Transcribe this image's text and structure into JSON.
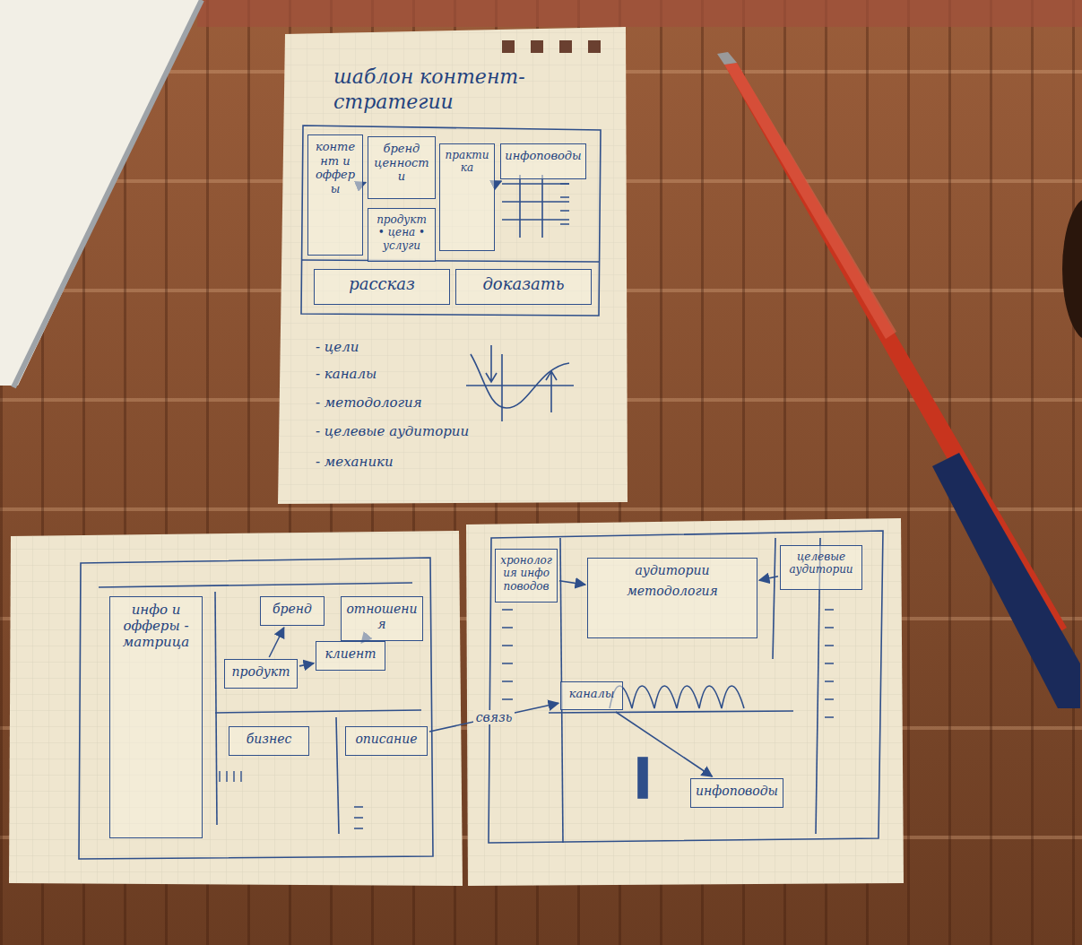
{
  "diagram": {
    "title": "шаблон контент-стратегии",
    "nodes": [
      {
        "text": [
          "контент и офферы"
        ]
      },
      {
        "text": [
          "бренд ценности"
        ]
      },
      {
        "text": [
          "продукт • цена • услуги"
        ]
      },
      {
        "text": [
          "практика"
        ]
      },
      {
        "text": [
          "инфоповоды"
        ]
      },
      {
        "text": [
          "рассказ"
        ]
      },
      {
        "text": [
          "доказать"
        ]
      },
      {
        "text": [
          "инфо и офферы - матрица"
        ]
      },
      {
        "text": [
          "бренд"
        ]
      },
      {
        "text": [
          "продукт"
        ]
      },
      {
        "text": [
          "клиент"
        ]
      },
      {
        "text": [
          "отношения"
        ]
      },
      {
        "text": [
          "бизнес"
        ]
      },
      {
        "text": [
          "описание"
        ]
      },
      {
        "text": [
          "хронология инфо поводов"
        ]
      },
      {
        "text": [
          "аудитории",
          "методология"
        ]
      },
      {
        "text": [
          "целевые аудитории"
        ]
      },
      {
        "text": [
          "каналы"
        ]
      },
      {
        "text": [
          "инфоповоды"
        ]
      }
    ],
    "edges": [
      {
        "from": 0,
        "to": 1,
        "arrow": "to"
      },
      {
        "from": 3,
        "to": 4,
        "arrow": "to"
      },
      {
        "from": 9,
        "to": 8,
        "arrow": "to"
      },
      {
        "from": 9,
        "to": 10,
        "arrow": "to"
      },
      {
        "from": 10,
        "to": 11,
        "arrow": "to"
      },
      {
        "from": 14,
        "to": 15,
        "arrow": "to"
      },
      {
        "from": 16,
        "to": 15,
        "arrow": "to"
      },
      {
        "from": 13,
        "to": 17,
        "label": "связь",
        "arrow": "to"
      },
      {
        "from": 17,
        "to": 18,
        "arrow": "to"
      }
    ],
    "labels": [
      "- цели",
      "- каналы",
      "- методология",
      "- целевые аудитории",
      "- механики"
    ]
  }
}
